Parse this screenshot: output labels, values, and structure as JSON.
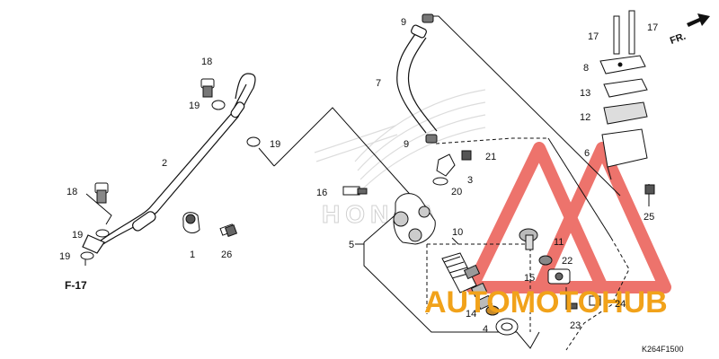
{
  "diagram": {
    "code": "K264F1500",
    "direction_label": "FR.",
    "reference_label": "F-17",
    "background_logo_text": "HONDA",
    "watermark": {
      "text": "AUTOMOTOHUB",
      "accent": "#f1a21a",
      "mark": "#e8453c",
      "dark": "#2b2b2b"
    },
    "callouts": {
      "c1": "1",
      "c2": "2",
      "c3": "3",
      "c4": "4",
      "c5": "5",
      "c7": "7",
      "c8": "8",
      "c9a": "9",
      "c9b": "9",
      "c10": "10",
      "c11": "11",
      "c12": "12",
      "c13": "13",
      "c14": "14",
      "c15": "15",
      "c16": "16",
      "c17a": "17",
      "c17b": "17",
      "c18a": "18",
      "c18b": "18",
      "c19a": "19",
      "c19b": "19",
      "c19c": "19",
      "c19d": "19",
      "c20": "20",
      "c21": "21",
      "c22": "22",
      "c23": "23",
      "c24": "24",
      "c25": "25",
      "c26": "26",
      "c6": "6"
    }
  }
}
